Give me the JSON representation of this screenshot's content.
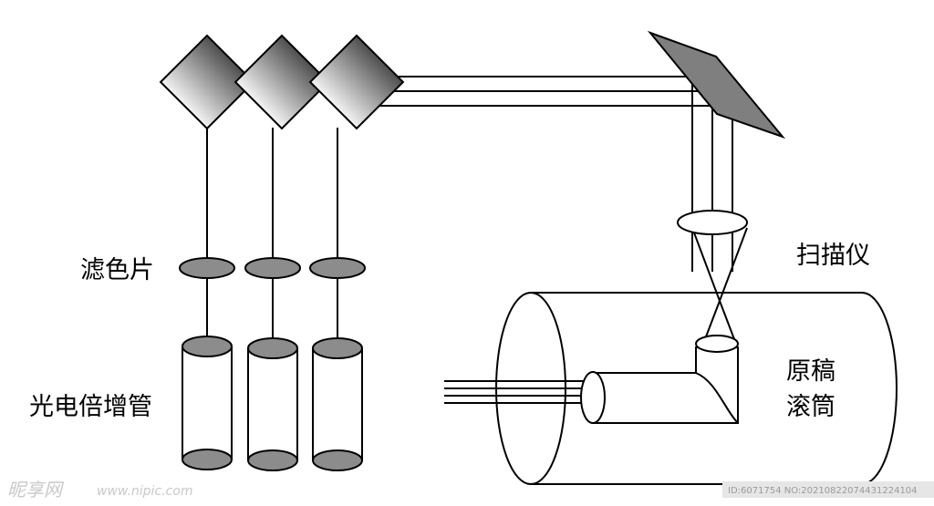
{
  "labels": {
    "filter": "滤色片",
    "pmt": "光电倍增管",
    "scanner": "扫描仪",
    "drum_line1": "原稿",
    "drum_line2": "滚筒"
  },
  "watermark": {
    "brand": "昵享网",
    "url": "www.nipic.com",
    "id": "ID:6071754 NO:20210822074431224104"
  },
  "colors": {
    "line": "#000000",
    "lens": "#8c8c8c",
    "mirror_dark": "#5c5c5c",
    "mirror_light": "#f2f2f2",
    "scanner_mirror": "#7f7f7f"
  }
}
